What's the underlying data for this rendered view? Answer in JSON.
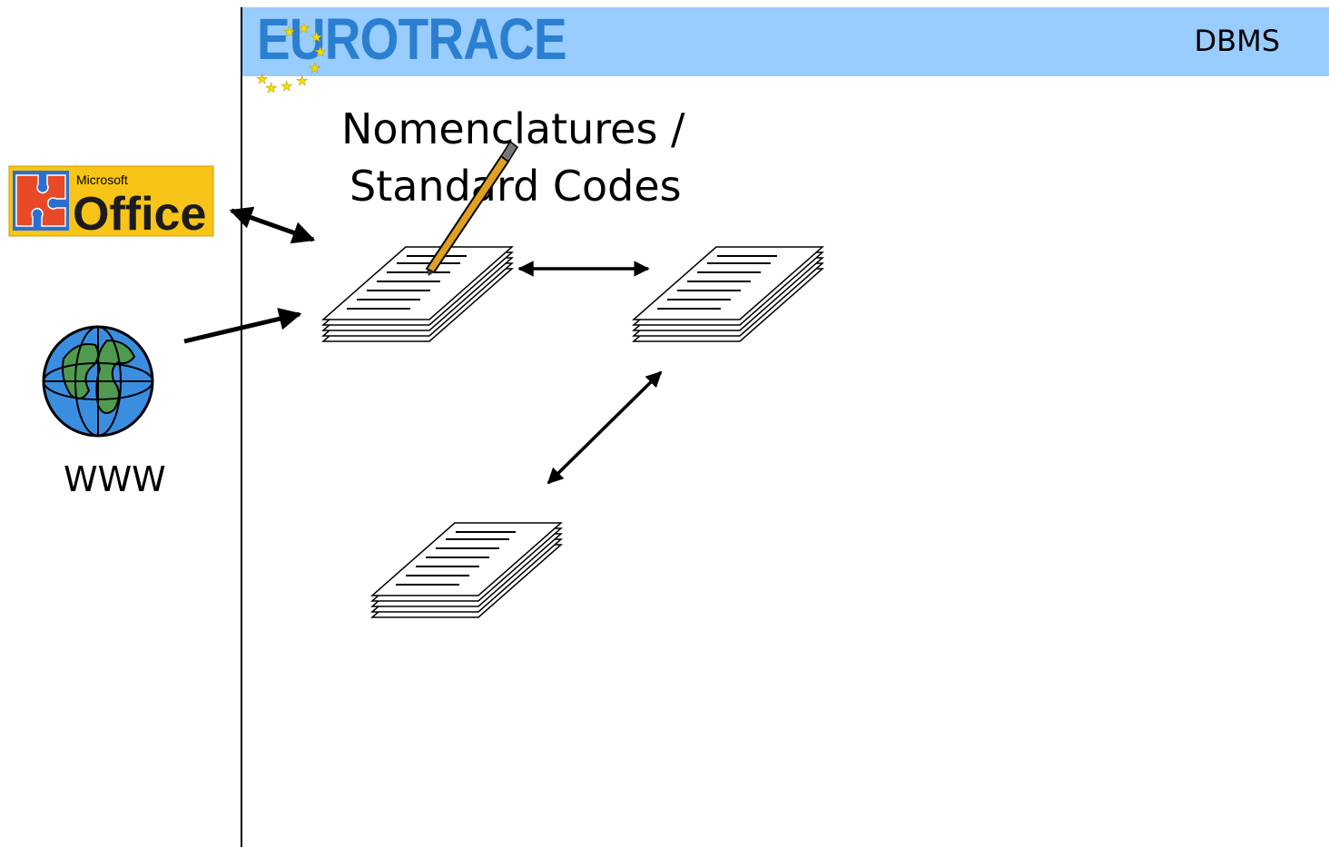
{
  "header": {
    "logo_text": "EUROTRACE",
    "section_label": "DBMS",
    "background_color": "#99ccff",
    "logo_color": "#2b7fd1",
    "star_color": "#f5e000"
  },
  "diagram": {
    "title_line_1": "Nomenclatures /",
    "title_line_2": "Standard Codes",
    "office_icon": {
      "label_small": "Microsoft",
      "label_large": "Office"
    },
    "web_label": "WWW"
  }
}
